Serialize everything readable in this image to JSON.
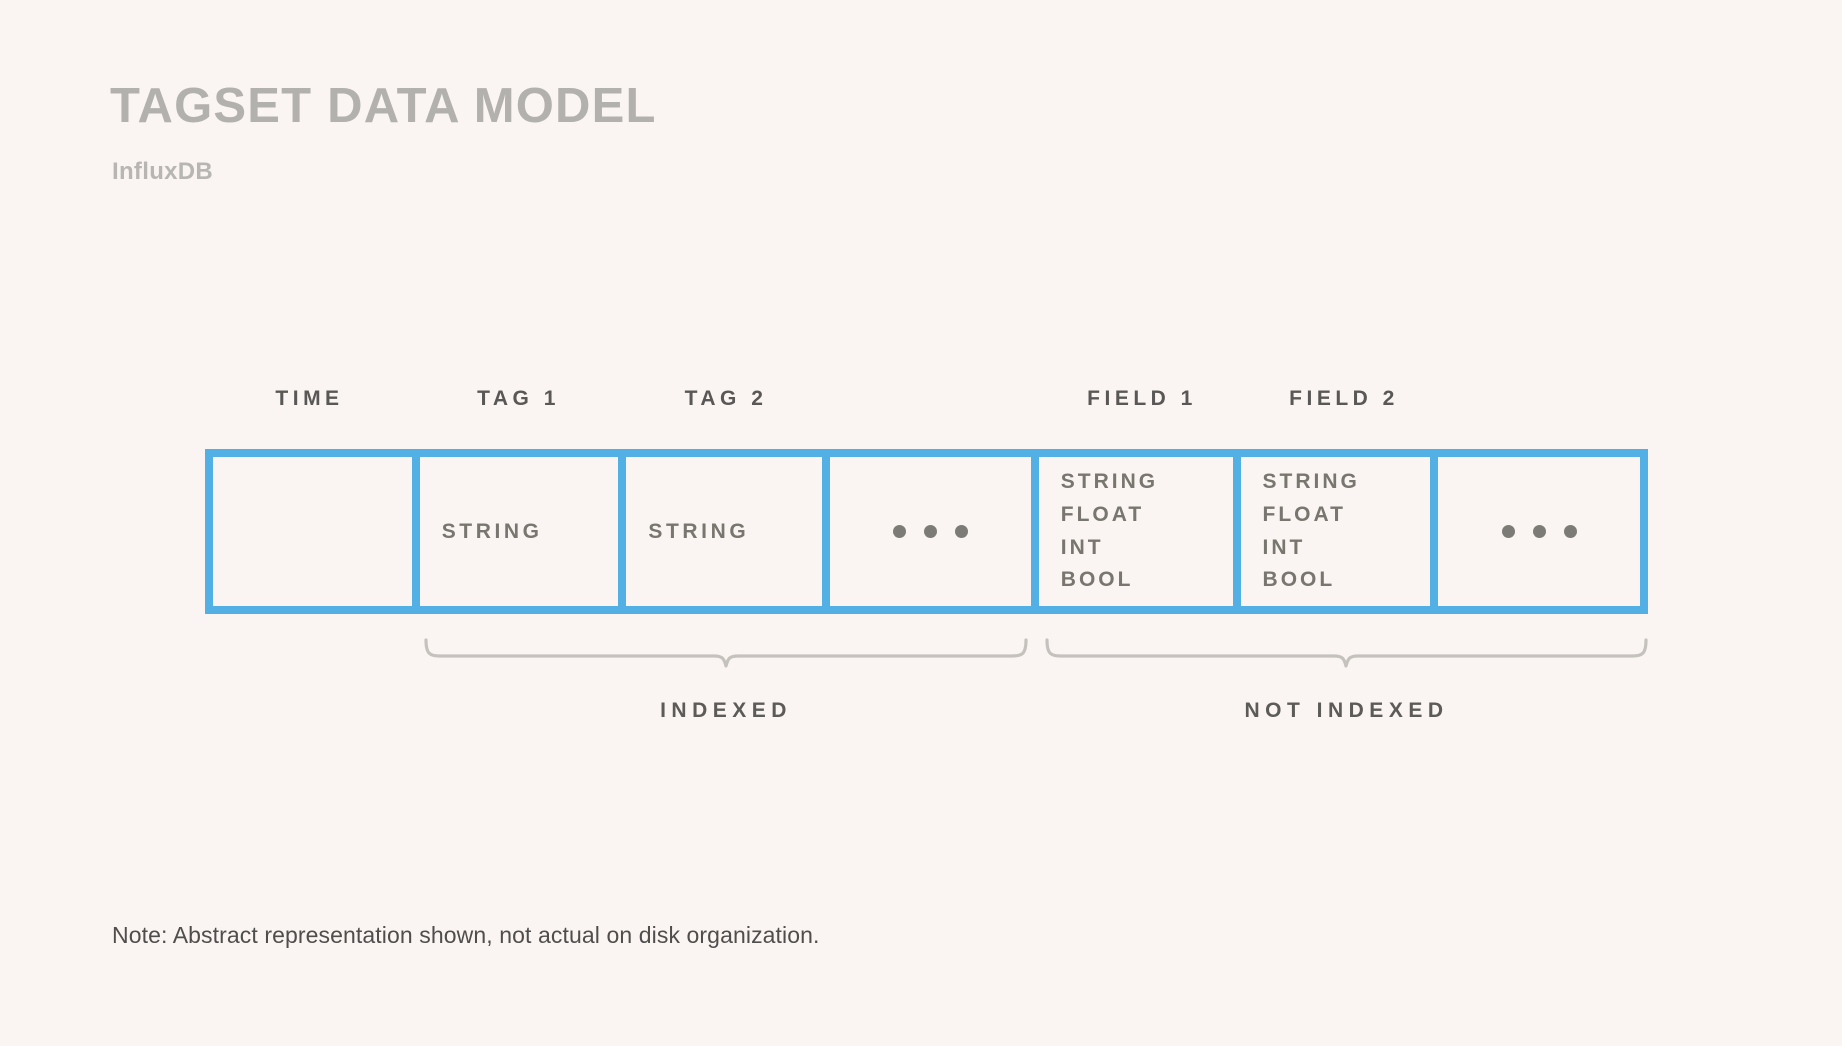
{
  "page": {
    "title": "TAGSET DATA MODEL",
    "subtitle": "InfluxDB",
    "background_color": "#faf5f3",
    "accent_color": "#52b0e4",
    "title_color": "#b3b1ae",
    "text_color": "#78766f",
    "note": "Note: Abstract representation shown, not actual on disk organization."
  },
  "diagram": {
    "columns": [
      {
        "header": "TIME",
        "content_type": "empty",
        "lines": []
      },
      {
        "header": "TAG 1",
        "content_type": "text",
        "lines": [
          "STRING"
        ]
      },
      {
        "header": "TAG 2",
        "content_type": "text",
        "lines": [
          "STRING"
        ]
      },
      {
        "header": "",
        "content_type": "ellipsis",
        "lines": []
      },
      {
        "header": "FIELD 1",
        "content_type": "list",
        "lines": [
          "STRING",
          "FLOAT",
          "INT",
          "BOOL"
        ]
      },
      {
        "header": "FIELD 2",
        "content_type": "list",
        "lines": [
          "STRING",
          "FLOAT",
          "INT",
          "BOOL"
        ]
      },
      {
        "header": "",
        "content_type": "ellipsis",
        "lines": []
      }
    ],
    "groups": [
      {
        "label": "INDEXED",
        "spans": [
          "TAG 1",
          "TAG 2",
          "..."
        ]
      },
      {
        "label": "NOT INDEXED",
        "spans": [
          "FIELD 1",
          "FIELD 2",
          "..."
        ]
      }
    ]
  }
}
